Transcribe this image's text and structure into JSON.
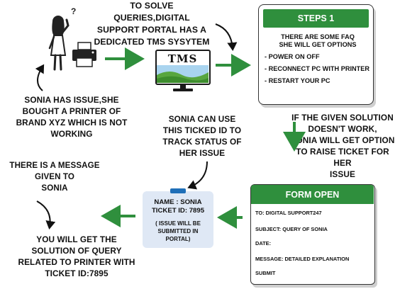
{
  "intro": {
    "lines": [
      "TO SOLVE",
      "QUERIES,DIGITAL",
      "SUPPORT PORTAL HAS A",
      "DEDICATED TMS SYSYTEM"
    ]
  },
  "monitor": {
    "label": "TMS"
  },
  "steps": {
    "title": "STEPS 1",
    "intro_lines": [
      "THERE ARE SOME FAQ",
      "SHE WILL GET OPTIONS"
    ],
    "items": [
      "- POWER ON OFF",
      "- RECONNECT PC WITH PRINTER",
      "- RESTART YOUR PC"
    ]
  },
  "sonia_issue": {
    "lines": [
      "SONIA HAS ISSUE,SHE",
      "BOUGHT A PRINTER  OF",
      "BRAND XYZ WHICH IS  NOT",
      "WORKING"
    ]
  },
  "ticket_use": {
    "lines": [
      "SONIA CAN USE",
      "THIS TICKED ID TO",
      "TRACK STATUS OF",
      "HER ISSUE"
    ]
  },
  "given_solution": {
    "lines": [
      "IF THE GIVEN SOLUTION",
      "DOESN'T WORK,",
      "SONIA WILL GET OPTION",
      "TO RAISE  TICKET FOR",
      "HER",
      "ISSUE"
    ]
  },
  "message": {
    "lines": [
      "THERE IS A MESSAGE",
      "GIVEN TO",
      "SONIA"
    ]
  },
  "ticket": {
    "name_lines": [
      "NAME : SONIA",
      "TICKET ID: 7895"
    ],
    "note_lines": [
      "( ISSUE WILL BE",
      "SUBMITTED IN",
      "PORTAL)"
    ]
  },
  "form": {
    "title": "FORM OPEN",
    "to": "TO:  DIGITAL SUPPORT247",
    "subject": "SUBJECT:  QUERY OF SONIA",
    "date": "DATE:",
    "message": "MESSAGE:  DETAILED EXPLANATION",
    "submit": "SUBMIT"
  },
  "solution": {
    "lines": [
      "YOU  WILL GET THE",
      "SOLUTION OF   QUERY",
      "RELATED TO PRINTER WITH",
      "TICKET ID:7895"
    ]
  },
  "colors": {
    "accent_green": "#2f8f3d",
    "arrow_green": "#2f8f3d",
    "ticket_bg": "#dfe8f5",
    "clip_blue": "#1f6fb8"
  },
  "icons": [
    "confused-woman-icon",
    "printer-icon",
    "monitor-icon",
    "pin-icon"
  ]
}
